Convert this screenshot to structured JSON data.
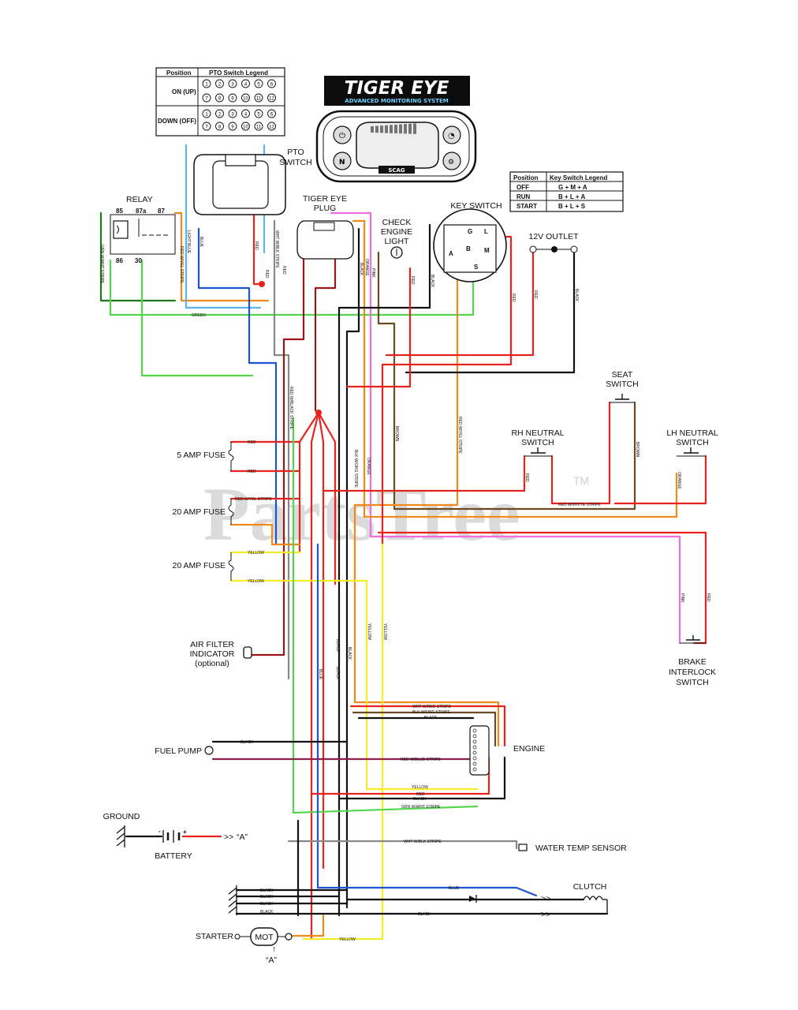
{
  "pto_legend": {
    "header_position": "Position",
    "header_legend": "PTO Switch Legend",
    "row_on": "ON (UP)",
    "row_down": "DOWN (OFF)",
    "pins_top": [
      "1",
      "2",
      "3",
      "4",
      "5",
      "6"
    ],
    "pins_bottom": [
      "7",
      "8",
      "9",
      "10",
      "11",
      "12"
    ]
  },
  "logo": {
    "title": "TIGER EYE",
    "subtitle": "ADVANCED MONITORING SYSTEM",
    "brand": "SCAG"
  },
  "key_legend": {
    "header_position": "Position",
    "header_legend": "Key Switch Legend",
    "rows": [
      {
        "position": "OFF",
        "value": "G + M + A"
      },
      {
        "position": "RUN",
        "value": "B + L + A"
      },
      {
        "position": "START",
        "value": "B + L + S"
      }
    ]
  },
  "components": {
    "pto_switch": [
      "PTO",
      "SWITCH"
    ],
    "relay": "RELAY",
    "relay_pins": [
      "85",
      "87a",
      "87",
      "86",
      "30"
    ],
    "tiger_eye_plug": [
      "TIGER EYE",
      "PLUG"
    ],
    "check_engine": [
      "CHECK",
      "ENGINE",
      "LIGHT"
    ],
    "key_switch": "KEY SWITCH",
    "key_pins": [
      "A",
      "G",
      "L",
      "B",
      "M",
      "S"
    ],
    "outlet": "12V OUTLET",
    "seat_switch": [
      "SEAT",
      "SWITCH"
    ],
    "rh_neutral": [
      "RH NEUTRAL",
      "SWITCH"
    ],
    "lh_neutral": [
      "LH NEUTRAL",
      "SWITCH"
    ],
    "fuse_5": "5 AMP FUSE",
    "fuse_20a": "20 AMP FUSE",
    "fuse_20b": "20 AMP FUSE",
    "air_filter": [
      "AIR FILTER",
      "INDICATOR",
      "(optional)"
    ],
    "brake": [
      "BRAKE",
      "INTERLOCK",
      "SWITCH"
    ],
    "engine": "ENGINE",
    "fuel_pump": "FUEL PUMP",
    "ground": "GROUND",
    "battery": "BATTERY",
    "battery_ref": "“A”",
    "water_temp": "WATER TEMP SENSOR",
    "clutch": "CLUTCH",
    "starter": "STARTER",
    "starter_motor": "MOT",
    "starter_ref": "“A”"
  },
  "wire_labels": {
    "green": "GREEN",
    "grn_wht_stripe": "GRN W/WHT STRIPE",
    "light_blue": "LIGHT BLUE",
    "blue": "BLUE",
    "red": "RED",
    "red_yel_stripe": "RED W/YEL STRIPE",
    "wht_blk_stripe": "WHT W/BLK STRIPE",
    "red_blk_stripe": "RED W/BLACK STRIPE",
    "blk_org_stripe": "BLK W/ORG STRIPE",
    "orange": "ORANGE",
    "black": "BLACK",
    "pink": "PINK",
    "brown": "BROWN",
    "yellow": "YELLOW",
    "red_wht_stripe": "RED W/WHITE STRIPE",
    "wht_red_stripe": "WHT W/RED STRIPE",
    "red_blue_stripe": "RED W/BLUE STRIPE"
  },
  "watermark": "PartsTree",
  "trademark": "TM",
  "colors": {
    "red": "#e8231e",
    "dark_red": "#9b1616",
    "blue": "#1f53d6",
    "light_blue": "#5db3ea",
    "green": "#54d64a",
    "dark_green": "#1c7a1c",
    "orange": "#f08a1e",
    "yellow": "#f4ec24",
    "pink": "#ee6fe0",
    "brown": "#6b4a1f",
    "black": "#111111",
    "maroon": "#8e1f4e",
    "gray": "#888888"
  }
}
